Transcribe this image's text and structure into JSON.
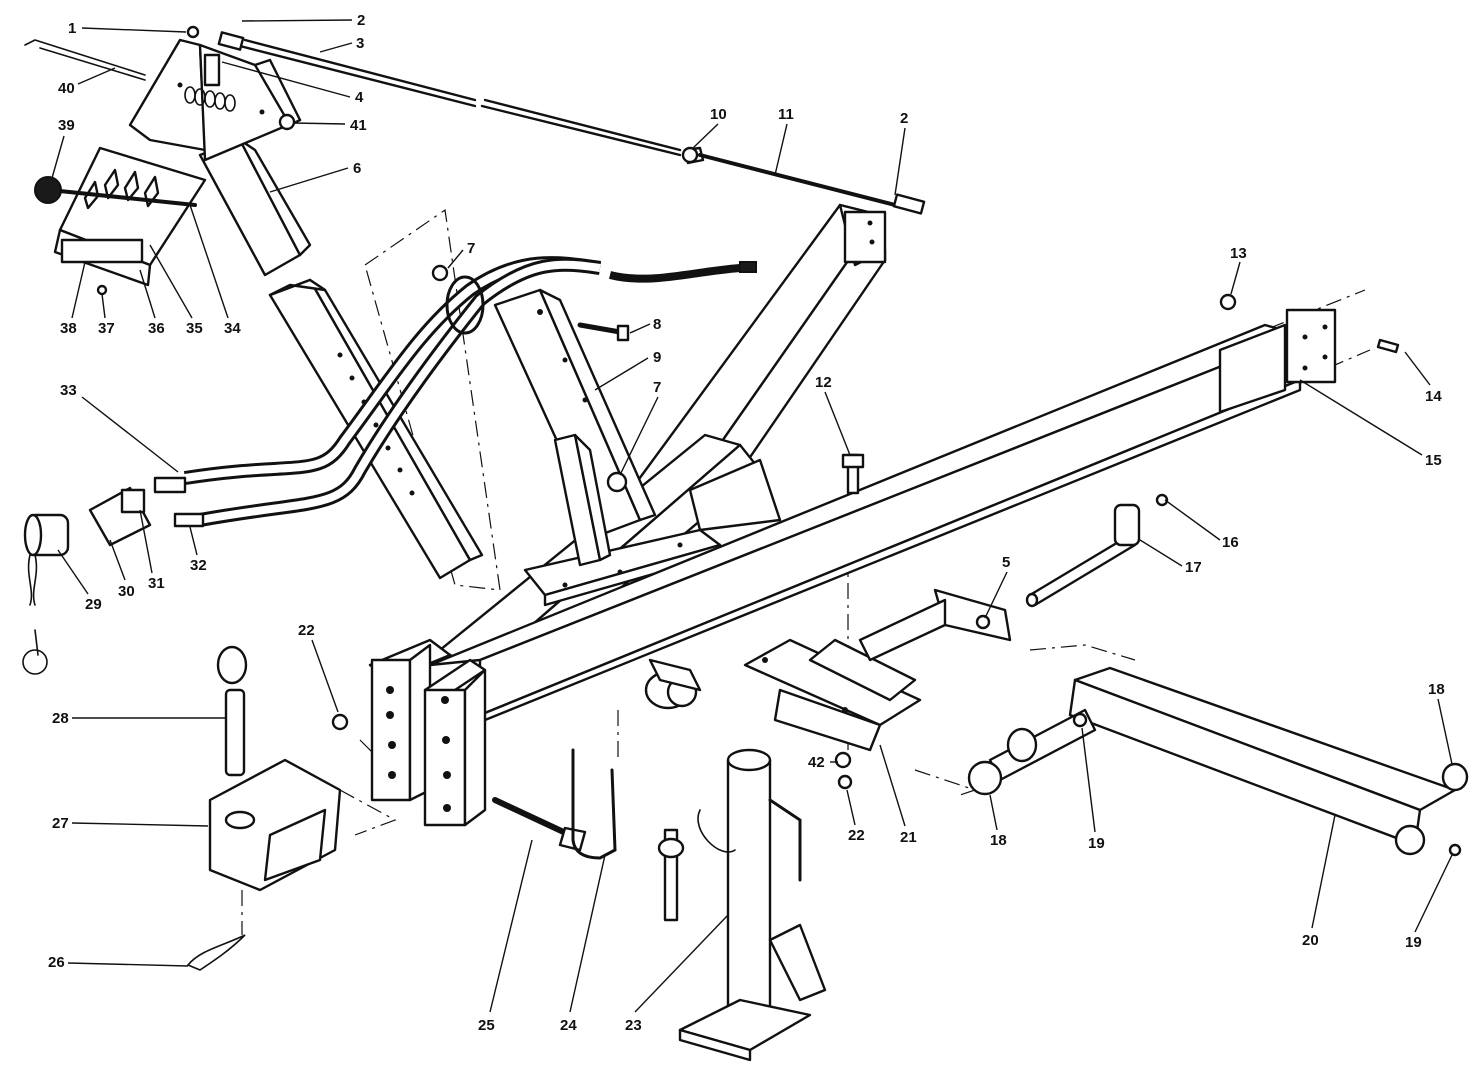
{
  "diagram": {
    "callouts": [
      {
        "id": "c1",
        "label": "1"
      },
      {
        "id": "c2a",
        "label": "2"
      },
      {
        "id": "c3",
        "label": "3"
      },
      {
        "id": "c40",
        "label": "40"
      },
      {
        "id": "c4",
        "label": "4"
      },
      {
        "id": "c41",
        "label": "41"
      },
      {
        "id": "c39",
        "label": "39"
      },
      {
        "id": "c6",
        "label": "6"
      },
      {
        "id": "c10",
        "label": "10"
      },
      {
        "id": "c11",
        "label": "11"
      },
      {
        "id": "c2b",
        "label": "2"
      },
      {
        "id": "c7a",
        "label": "7"
      },
      {
        "id": "c8",
        "label": "8"
      },
      {
        "id": "c9",
        "label": "9"
      },
      {
        "id": "c7b",
        "label": "7"
      },
      {
        "id": "c13",
        "label": "13"
      },
      {
        "id": "c14",
        "label": "14"
      },
      {
        "id": "c15",
        "label": "15"
      },
      {
        "id": "c12",
        "label": "12"
      },
      {
        "id": "c38",
        "label": "38"
      },
      {
        "id": "c37",
        "label": "37"
      },
      {
        "id": "c36",
        "label": "36"
      },
      {
        "id": "c35",
        "label": "35"
      },
      {
        "id": "c34",
        "label": "34"
      },
      {
        "id": "c33",
        "label": "33"
      },
      {
        "id": "c32",
        "label": "32"
      },
      {
        "id": "c31",
        "label": "31"
      },
      {
        "id": "c30",
        "label": "30"
      },
      {
        "id": "c29",
        "label": "29"
      },
      {
        "id": "c16",
        "label": "16"
      },
      {
        "id": "c17",
        "label": "17"
      },
      {
        "id": "c5",
        "label": "5"
      },
      {
        "id": "c22a",
        "label": "22"
      },
      {
        "id": "c28",
        "label": "28"
      },
      {
        "id": "c27",
        "label": "27"
      },
      {
        "id": "c26",
        "label": "26"
      },
      {
        "id": "c25",
        "label": "25"
      },
      {
        "id": "c24",
        "label": "24"
      },
      {
        "id": "c23",
        "label": "23"
      },
      {
        "id": "c42",
        "label": "42"
      },
      {
        "id": "c22b",
        "label": "22"
      },
      {
        "id": "c21",
        "label": "21"
      },
      {
        "id": "c18a",
        "label": "18"
      },
      {
        "id": "c19a",
        "label": "19"
      },
      {
        "id": "c18b",
        "label": "18"
      },
      {
        "id": "c19b",
        "label": "19"
      },
      {
        "id": "c20",
        "label": "20"
      }
    ]
  }
}
